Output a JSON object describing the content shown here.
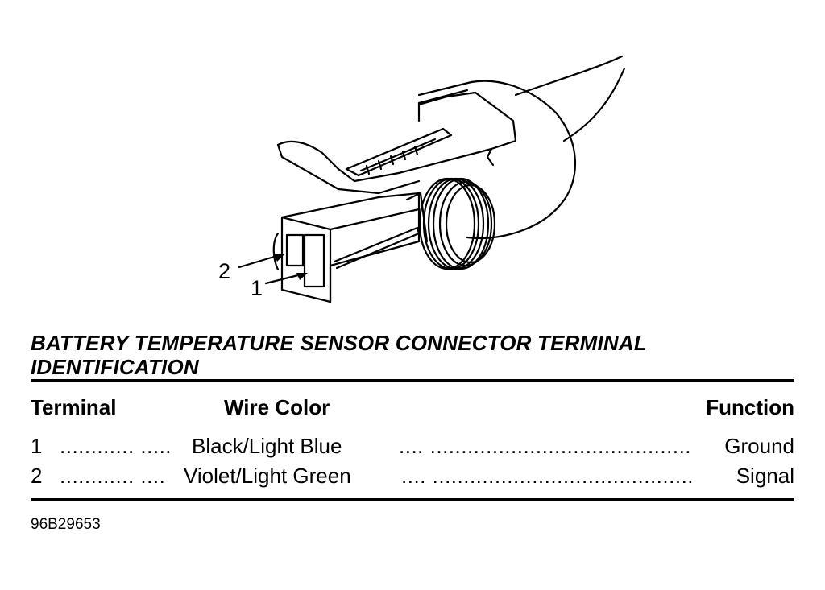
{
  "callouts": {
    "terminal_2": "2",
    "terminal_1": "1"
  },
  "title": "BATTERY TEMPERATURE SENSOR CONNECTOR TERMINAL IDENTIFICATION",
  "table": {
    "headers": {
      "terminal": "Terminal",
      "wire_color": "Wire Color",
      "function": "Function"
    },
    "rows": [
      {
        "terminal": "1",
        "lead_dots": "............ .....",
        "wire_color": "Black/Light Blue",
        "trail_dots": "....  ..........................................",
        "function": "Ground"
      },
      {
        "terminal": "2",
        "lead_dots": "............ ....",
        "wire_color": "Violet/Light Green",
        "trail_dots": "....  ..........................................",
        "function": "Signal"
      }
    ]
  },
  "figure_id": "96B29653"
}
